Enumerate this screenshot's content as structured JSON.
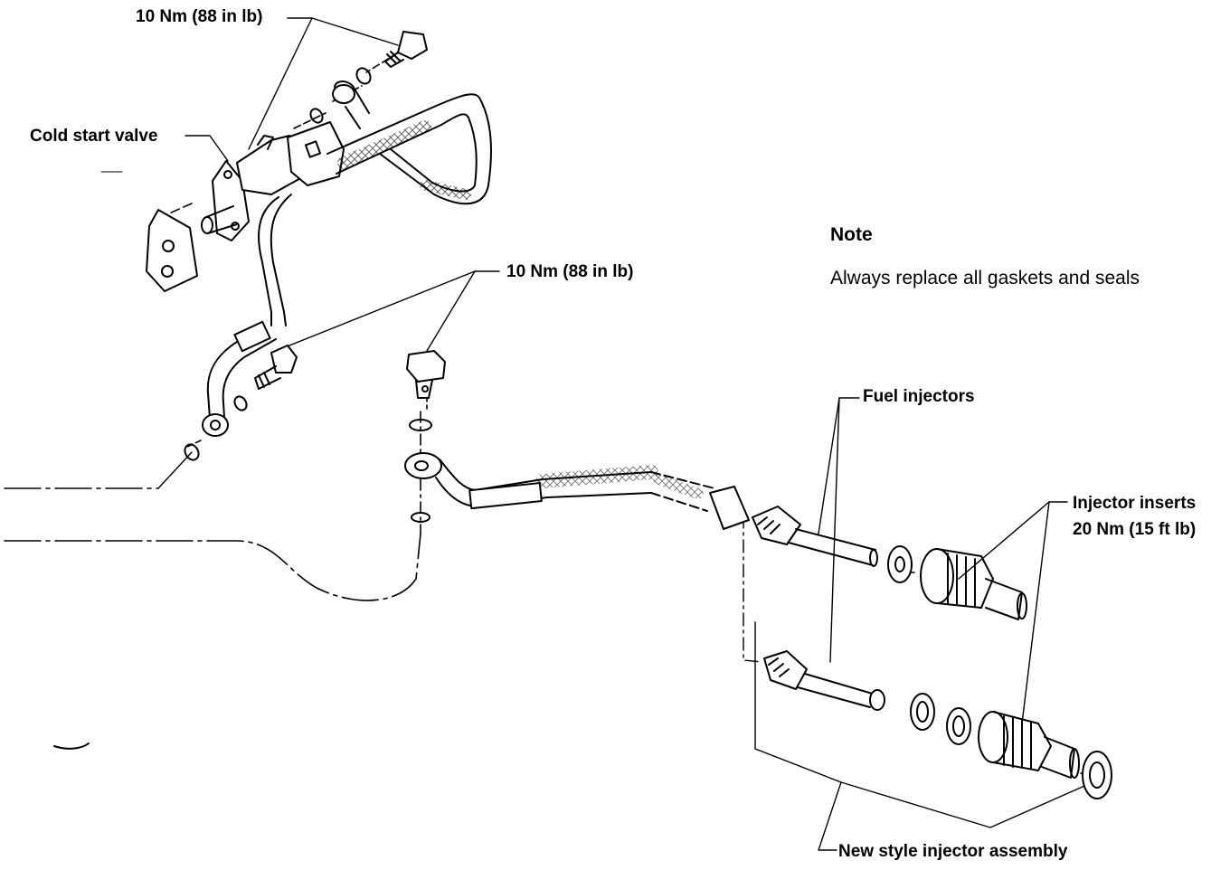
{
  "labels": {
    "torque_top": "10 Nm (88 in lb)",
    "cold_start_valve": "Cold start valve",
    "torque_mid": "10 Nm (88 in lb)",
    "fuel_injectors": "Fuel injectors",
    "injector_inserts_line1": "Injector inserts",
    "injector_inserts_line2": "20 Nm (15 ft lb)",
    "new_style_assembly": "New style injector assembly"
  },
  "note": {
    "title": "Note",
    "text": "Always replace all gaskets and seals"
  }
}
